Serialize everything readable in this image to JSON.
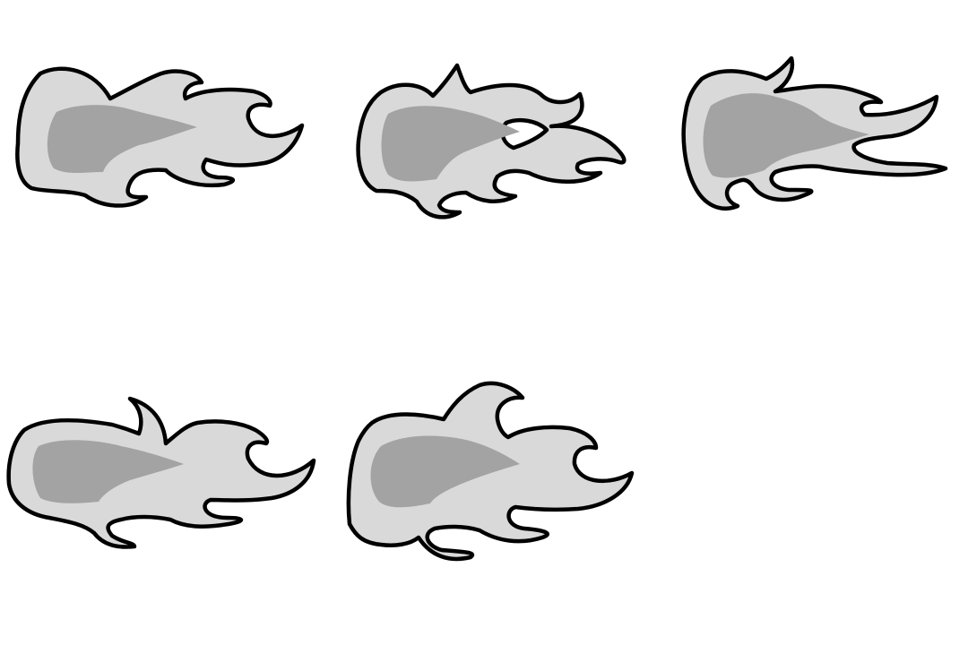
{
  "sheet": {
    "background_color": "#ffffff",
    "outline_color": "#000000",
    "fill_light_color": "#d9d9d9",
    "fill_dark_color": "#a3a3a3"
  },
  "sprites": [
    {
      "icon": "flame-icon",
      "frame": 1
    },
    {
      "icon": "flame-icon",
      "frame": 2
    },
    {
      "icon": "flame-icon",
      "frame": 3
    },
    {
      "icon": "flame-icon",
      "frame": 4
    },
    {
      "icon": "flame-icon",
      "frame": 5
    }
  ]
}
